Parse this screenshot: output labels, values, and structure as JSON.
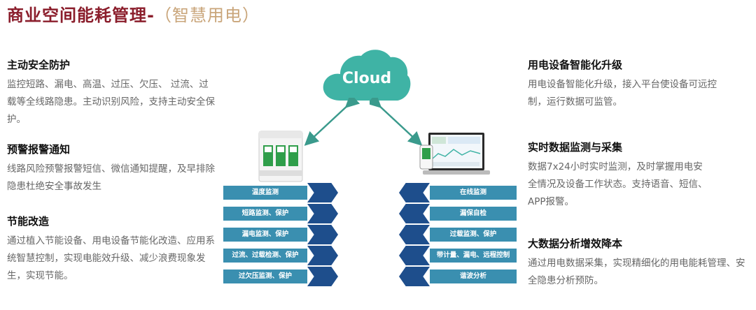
{
  "header": {
    "title_main": "商业空间能耗管理-",
    "title_sub": "（智慧用电）"
  },
  "left_features": [
    {
      "title": "主动安全防护",
      "desc": "监控短路、漏电、高温、过压、欠压、 过流、过载等全线路隐患。主动识别风险，支持主动安全保护。"
    },
    {
      "title": "预警报警通知",
      "desc": "线路风险预警报警短信、微信通知提醒，及早排除隐患杜绝安全事故发生"
    },
    {
      "title": "节能改造",
      "desc": "通过植入节能设备、用电设备节能化改造、应用系统智慧控制，实现电能效升级、减少浪费现象发生，实现节能。"
    }
  ],
  "right_features": [
    {
      "title": "用电设备智能化升级",
      "desc": "用电设备智能化升级，接入平台使设备可远控制，运行数据可监管。"
    },
    {
      "title": "实时数据监测与采集",
      "desc": "数据7x24小时实时监测，及时掌握用电安全情况及设备工作状态。支持语音、短信、APP报警。"
    },
    {
      "title": "大数据分析增效降本",
      "desc": "通过用电数据采集，实现精细化的用电能耗管理、安全隐患分析预防。"
    }
  ],
  "cloud": {
    "label": "Cloud"
  },
  "left_bars": [
    "温度监测",
    "短路监测、保护",
    "漏电监测、保护",
    "过流、过载检测、保护",
    "过欠压监测、保护"
  ],
  "right_bars": [
    "在线监测",
    "漏保自检",
    "过载监测、保护",
    "带计量、漏电、远程控制",
    "谐波分析"
  ],
  "colors": {
    "title_main": "#8b1e2c",
    "title_sub": "#c9a57a",
    "bar": "#3a8fb0",
    "hex": "#1e4e8c",
    "cloud": "#3fb3a5",
    "arrow": "#3a9a8c"
  }
}
